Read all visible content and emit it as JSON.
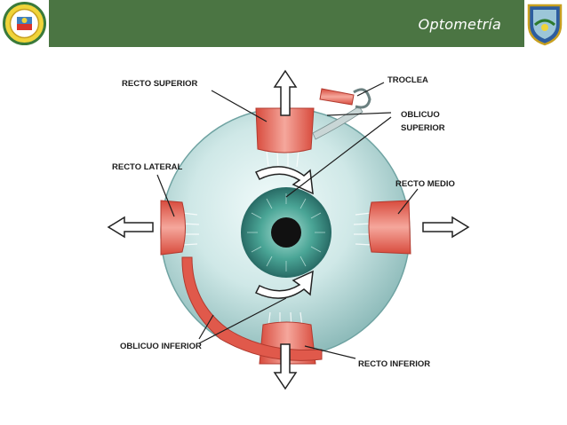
{
  "header": {
    "title": "Optometría",
    "band_color": "#4b7543"
  },
  "logos": {
    "left": "institution-seal-icon",
    "right": "institution-shield-icon"
  },
  "diagram": {
    "labels": {
      "recto_superior": "RECTO SUPERIOR",
      "troclea": "TROCLEA",
      "oblicuo_superior_l1": "OBLICUO",
      "oblicuo_superior_l2": "SUPERIOR",
      "recto_lateral": "RECTO LATERAL",
      "recto_medio": "RECTO MEDIO",
      "oblicuo_inferior": "OBLICUO INFERIOR",
      "recto_inferior": "RECTO INFERIOR"
    },
    "colors": {
      "muscle": "#e4574a",
      "sclera": "#bcdcdc",
      "iris": "#3f9c8e",
      "pupil": "#111111"
    }
  }
}
